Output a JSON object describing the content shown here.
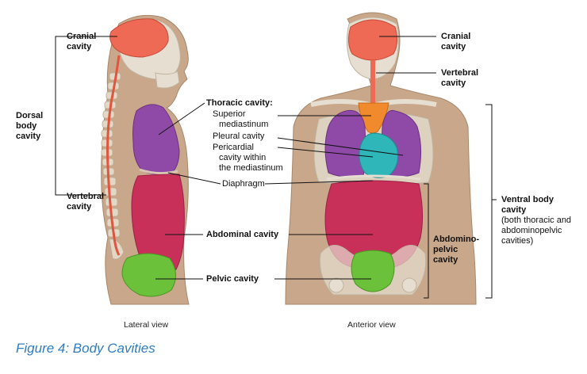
{
  "views": {
    "lateral": "Lateral view",
    "anterior": "Anterior view"
  },
  "labels": {
    "cranial_left_1": "Cranial",
    "cranial_left_2": "cavity",
    "dorsal_1": "Dorsal",
    "dorsal_2": "body",
    "dorsal_3": "cavity",
    "vertebral_left_1": "Vertebral",
    "vertebral_left_2": "cavity",
    "thoracic": "Thoracic cavity:",
    "superior_1": "Superior",
    "superior_2": "mediastinum",
    "pleural": "Pleural cavity",
    "pericardial_1": "Pericardial",
    "pericardial_2": "cavity within",
    "pericardial_3": "the mediastinum",
    "diaphragm": "Diaphragm",
    "abdominal": "Abdominal cavity",
    "pelvic": "Pelvic cavity",
    "cranial_right_1": "Cranial",
    "cranial_right_2": "cavity",
    "vertebral_right_1": "Vertebral",
    "vertebral_right_2": "cavity",
    "abdominopelvic_1": "Abdomino-",
    "abdominopelvic_2": "pelvic",
    "abdominopelvic_3": "cavity",
    "ventral_1": "Ventral body",
    "ventral_2": "cavity",
    "ventral_3": "(both thoracic and",
    "ventral_4": "abdominopelvic",
    "ventral_5": "cavities)"
  },
  "caption": "Figure 4: Body Cavities",
  "colors": {
    "cranial": "#ee6a55",
    "thoracic": "#8f4aa8",
    "pericardial": "#2fb6b8",
    "mediastinum": "#f08a2c",
    "abdominal": "#c8305a",
    "pelvic": "#6cc13a",
    "body": "#c9a78a",
    "caption": "#2e7dc2"
  }
}
